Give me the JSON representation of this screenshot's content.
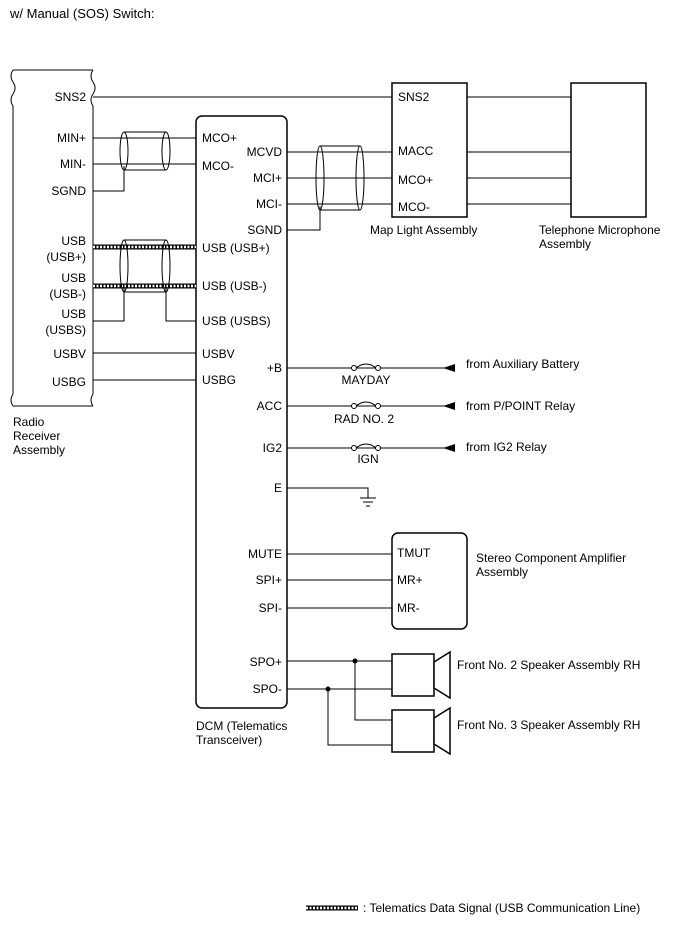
{
  "title": "w/ Manual (SOS) Switch:",
  "components": {
    "radio": [
      "Radio",
      "Receiver",
      "Assembly"
    ],
    "dcm": [
      "DCM (Telematics",
      "Transceiver)"
    ],
    "map_light": "Map Light Assembly",
    "telephone_mic": [
      "Telephone Microphone",
      "Assembly"
    ],
    "amplifier": [
      "Stereo Component Amplifier",
      "Assembly"
    ],
    "speaker2": "Front No. 2 Speaker Assembly RH",
    "speaker3": "Front No. 3 Speaker Assembly RH"
  },
  "radio_pins": {
    "sns2": "SNS2",
    "min_plus": "MIN+",
    "min_minus": "MIN-",
    "sgnd": "SGND",
    "usb_plus": [
      "USB",
      "(USB+)"
    ],
    "usb_minus": [
      "USB",
      "(USB-)"
    ],
    "usb_s": [
      "USB",
      "(USBS)"
    ],
    "usbv": "USBV",
    "usbg": "USBG"
  },
  "dcm_pins": {
    "mco_plus": "MCO+",
    "mco_minus": "MCO-",
    "mcvd": "MCVD",
    "mci_plus": "MCI+",
    "mci_minus": "MCI-",
    "sgnd": "SGND",
    "usb_plus": "USB (USB+)",
    "usb_minus": "USB (USB-)",
    "usb_s": "USB (USBS)",
    "usbv": "USBV",
    "usbg": "USBG",
    "plus_b": "+B",
    "acc": "ACC",
    "ig2": "IG2",
    "e": "E",
    "mute": "MUTE",
    "spi_plus": "SPI+",
    "spi_minus": "SPI-",
    "spo_plus": "SPO+",
    "spo_minus": "SPO-"
  },
  "map_pins": {
    "sns2": "SNS2",
    "macc": "MACC",
    "mco_plus": "MCO+",
    "mco_minus": "MCO-"
  },
  "amp_pins": {
    "tmut": "TMUT",
    "mr_plus": "MR+",
    "mr_minus": "MR-"
  },
  "fuses": {
    "mayday": "MAYDAY",
    "rad2": "RAD NO. 2",
    "ign": "IGN"
  },
  "sources": {
    "aux_battery": "from Auxiliary Battery",
    "ppoint": "from P/POINT Relay",
    "ig2_relay": "from IG2 Relay"
  },
  "legend": ": Telematics Data Signal (USB Communication Line)"
}
